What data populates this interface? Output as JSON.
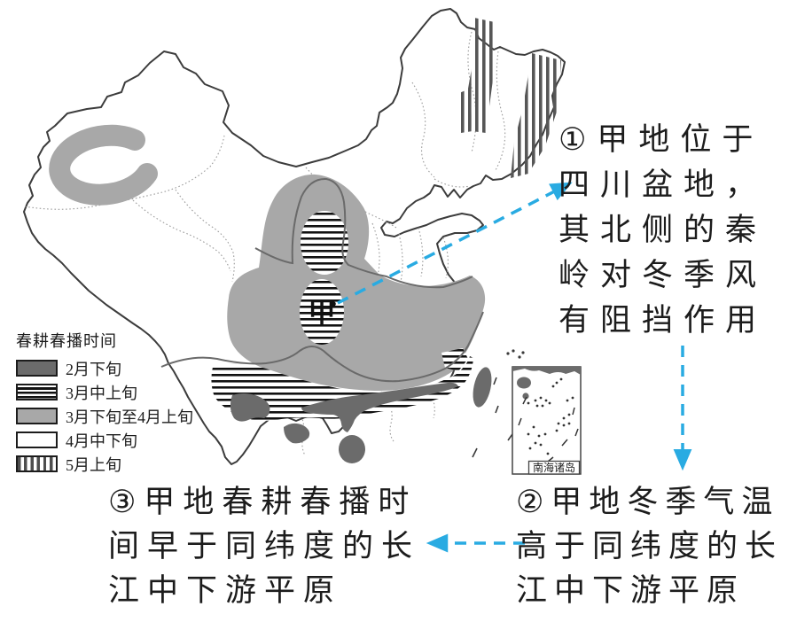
{
  "legend": {
    "title": "春耕春播时间",
    "items": [
      {
        "label": "2月下旬",
        "pattern": "solid-dark-gray"
      },
      {
        "label": "3月中上旬",
        "pattern": "horizontal-stripes"
      },
      {
        "label": "3月下旬至4月上旬",
        "pattern": "solid-mid-gray"
      },
      {
        "label": "4月中下旬",
        "pattern": "white"
      },
      {
        "label": "5月上旬",
        "pattern": "vertical-stripes"
      }
    ]
  },
  "map": {
    "marker_label": "甲",
    "inset_label": "南海诸岛"
  },
  "notes": {
    "note1": {
      "text": "①甲地位于四川盆地，其北侧的秦岭对冬季风有阻挡作用",
      "lines": [
        "①甲地位于",
        "四川盆地，",
        "其北侧的秦",
        "岭对冬季风",
        "有阻挡作用"
      ]
    },
    "note2": {
      "text": "②甲地冬季气温高于同纬度的长江中下游平原",
      "lines": [
        "②甲地冬季气温",
        "高于同纬度的长",
        "江中下游平原"
      ]
    },
    "note3": {
      "text": "③甲地春耕春播时间早于同纬度的长江中下游平原",
      "lines": [
        "③甲地春耕春播时",
        "间早于同纬度的长",
        "江中下游平原"
      ]
    }
  },
  "colors": {
    "accent_blue": "#29abe2",
    "dark_gray": "#6b6b6b",
    "mid_gray": "#a8a8a8",
    "outline": "#3c3c3c"
  }
}
